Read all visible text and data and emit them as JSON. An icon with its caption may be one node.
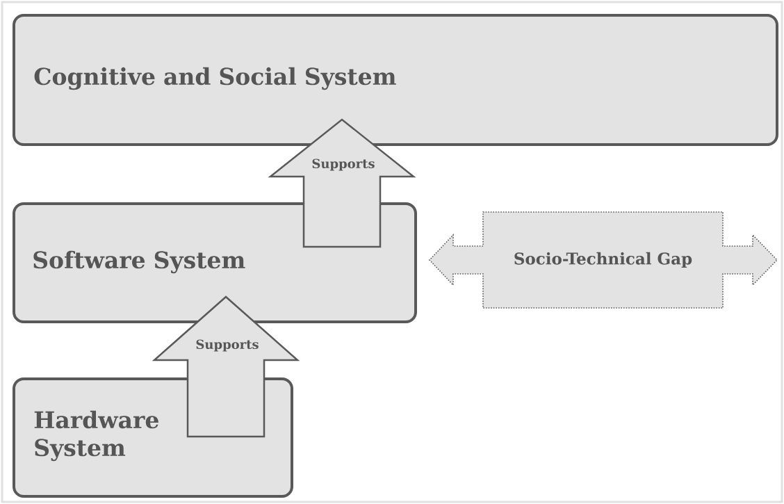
{
  "diagram": {
    "nodes": [
      {
        "text": [
          "Cognitive and Social System"
        ]
      },
      {
        "text": [
          "Software System"
        ]
      },
      {
        "text": [
          "Hardware System"
        ]
      },
      {
        "text": [
          "Socio-Technical Gap"
        ]
      }
    ],
    "edges": [
      {
        "from": 2,
        "to": 1,
        "arrow": "to",
        "label": "Supports"
      },
      {
        "from": 1,
        "to": 0,
        "arrow": "to",
        "label": "Supports"
      }
    ]
  }
}
